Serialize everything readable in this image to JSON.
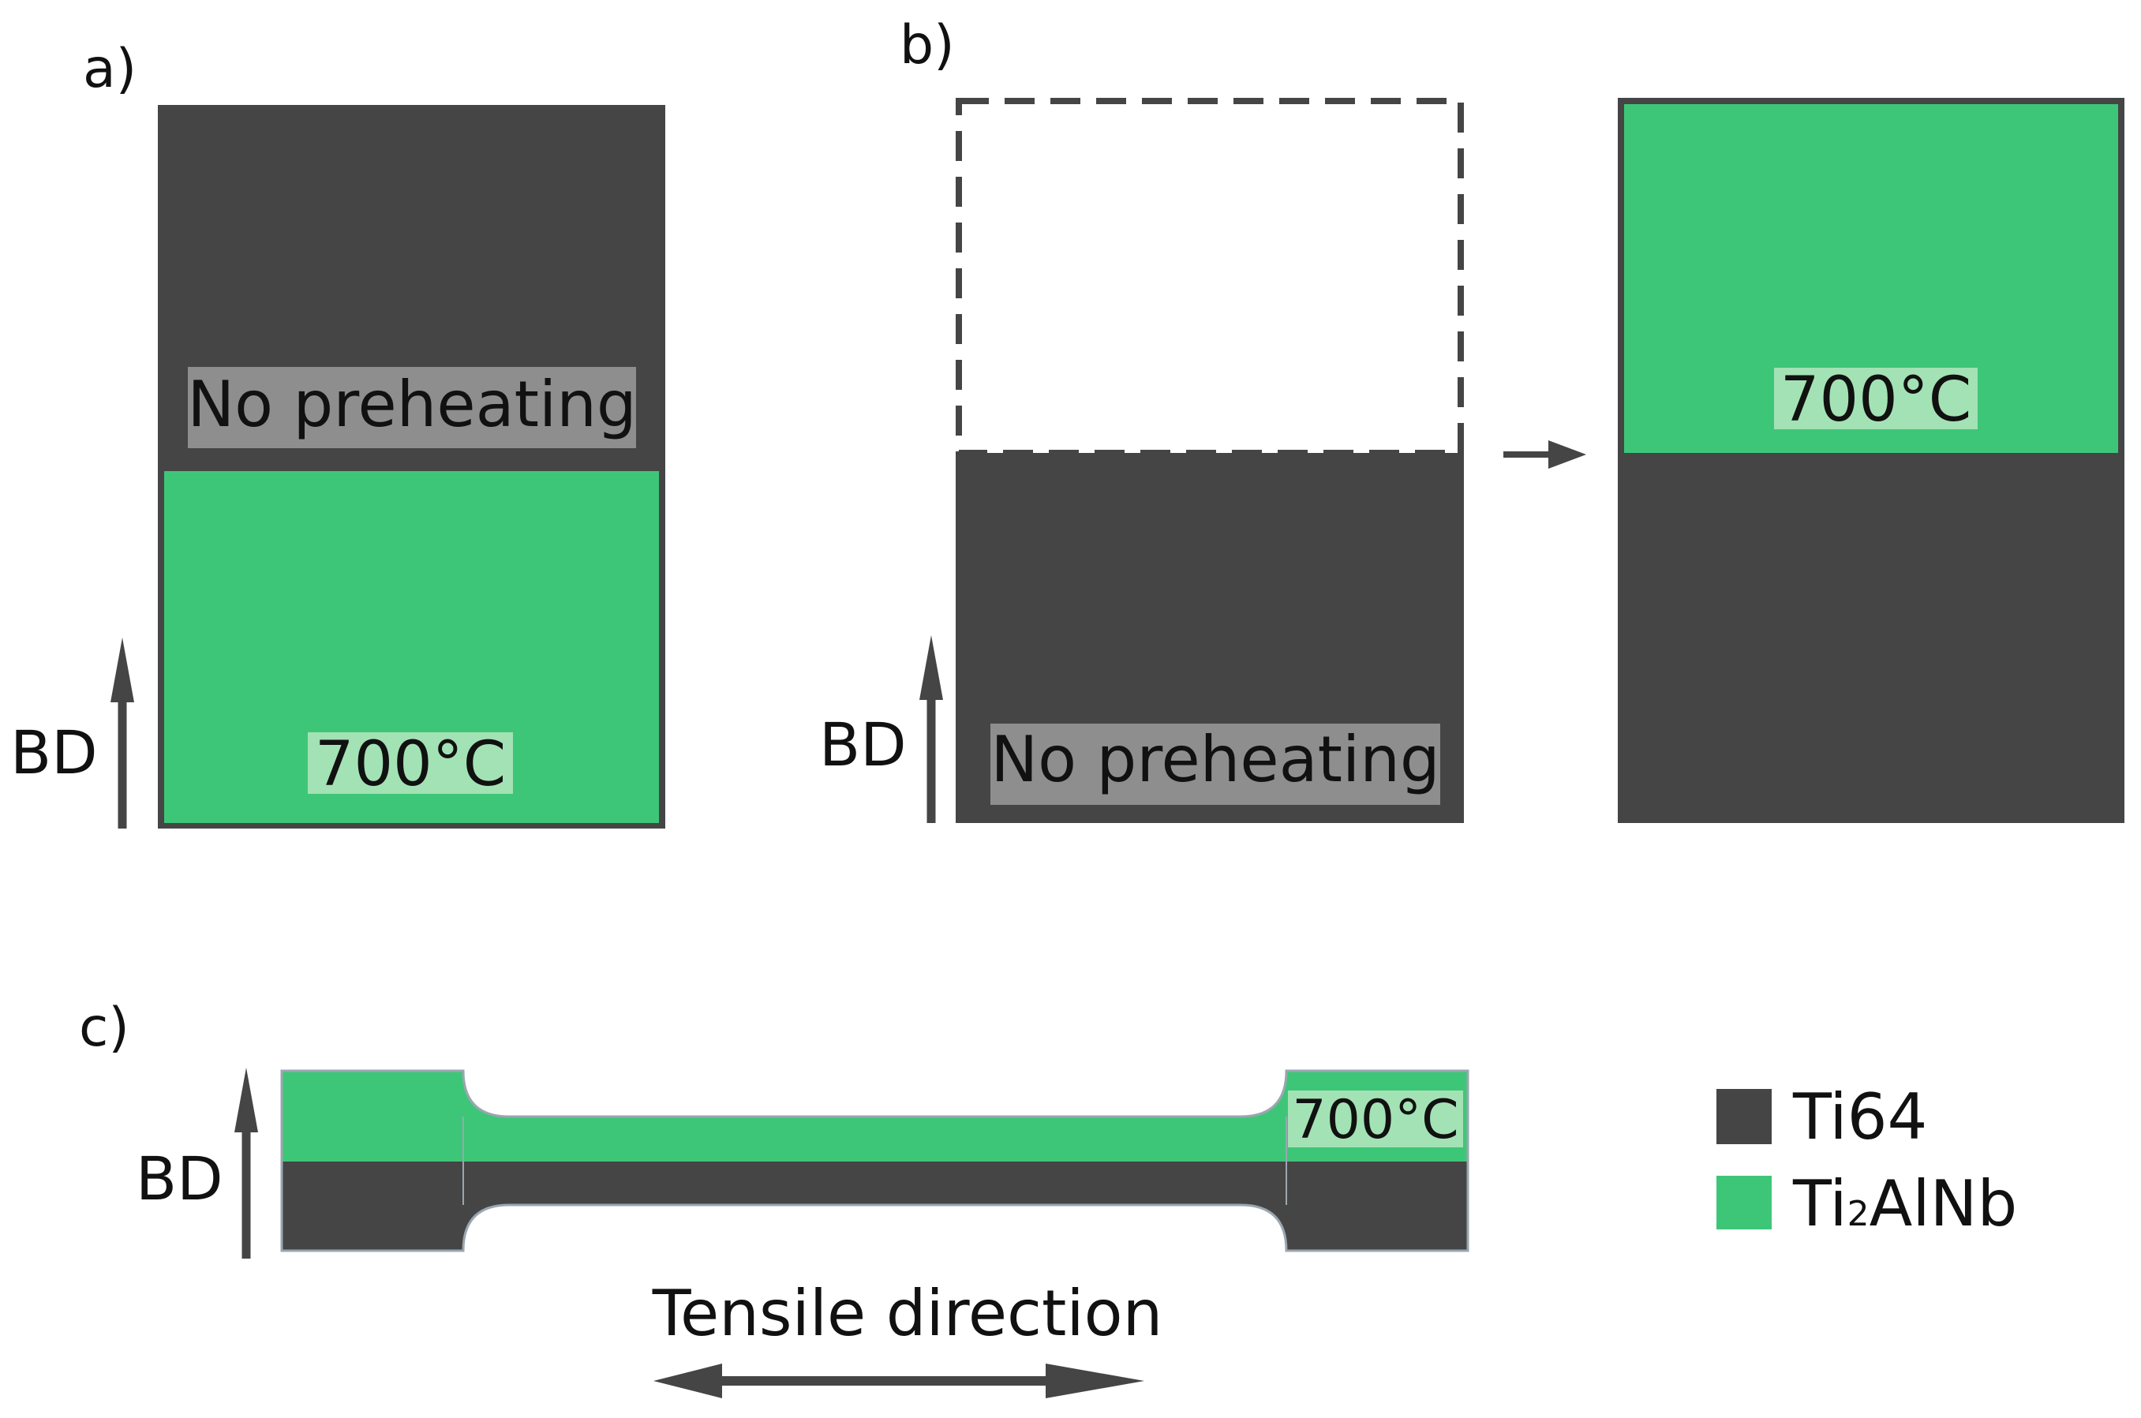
{
  "colors": {
    "ti64": "#454545",
    "ti2alnb": "#3ec678",
    "label_gray": "#8e8e8e",
    "label_green": "#a3e2b4",
    "arrow": "#454545",
    "outline": "#9aa6b0"
  },
  "panel_a": {
    "tag": "a)",
    "bd": "BD",
    "top_label": "No preheating",
    "bottom_label": "700°C"
  },
  "panel_b": {
    "tag": "b)",
    "bd": "BD",
    "left_label": "No preheating",
    "right_label": "700°C"
  },
  "panel_c": {
    "tag": "c)",
    "bd": "BD",
    "specimen_label": "700°C",
    "tensile_label": "Tensile direction"
  },
  "legend": {
    "items": [
      {
        "material": "ti64",
        "label": "Ti64"
      },
      {
        "material": "ti2alnb",
        "label_main": "Ti",
        "label_sub": "2",
        "label_tail": "AlNb"
      }
    ]
  }
}
